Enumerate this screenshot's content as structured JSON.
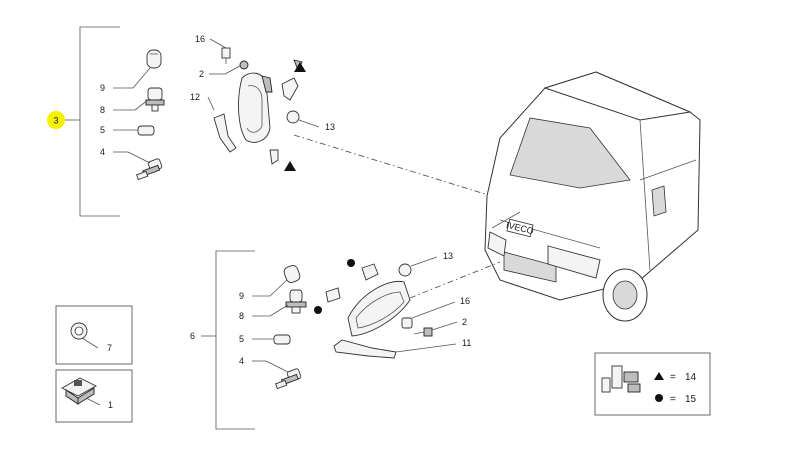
{
  "groups": {
    "upper": {
      "callout": "3",
      "callout_color": "#f5f200"
    },
    "lower": {
      "callout": "6"
    }
  },
  "labels": {
    "upper": [
      "16",
      "2",
      "9",
      "8",
      "12",
      "5",
      "4",
      "13"
    ],
    "lower": [
      "13",
      "9",
      "8",
      "16",
      "2",
      "5",
      "4",
      "11",
      "6"
    ],
    "small_boxes": [
      "7",
      "1"
    ]
  },
  "legend": {
    "triangle_value": "14",
    "circle_value": "15",
    "equals": "="
  },
  "vehicle": {
    "badge": "IVECO"
  }
}
